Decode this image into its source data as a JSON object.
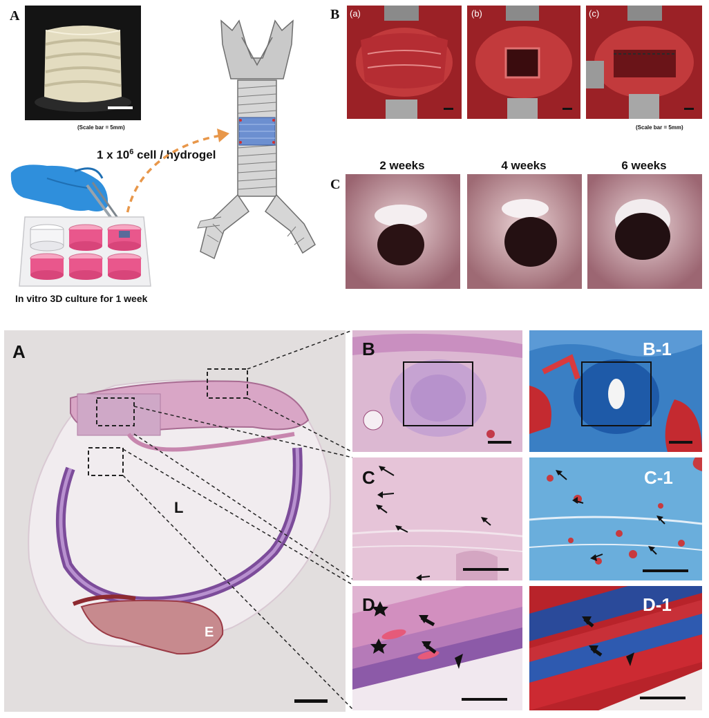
{
  "top_figure": {
    "panel_a_label": "A",
    "scale_bar_note_a": "(Scale bar = 5mm)",
    "cell_density_prefix": "1 x 10",
    "cell_density_exponent": "6",
    "cell_density_suffix": " cell / hydrogel",
    "culture_caption": "In vitro 3D culture for 1 week",
    "panel_b_label": "B",
    "panel_b_subs": [
      "(a)",
      "(b)",
      "(c)"
    ],
    "scale_bar_note_b": "(Scale bar = 5mm)",
    "panel_c_label": "C",
    "timepoints": [
      "2 weeks",
      "4 weeks",
      "6 weeks"
    ]
  },
  "bottom_figure": {
    "overview_label": "A",
    "lumen_label": "L",
    "esophagus_label": "E",
    "panels": {
      "b": "B",
      "b1": "B-1",
      "c": "C",
      "c1": "C-1",
      "d": "D",
      "d1": "D-1"
    }
  },
  "colors": {
    "tissue_red": "#b3262c",
    "he_pink": "#d9a6c6",
    "he_purple": "#7c4c9a",
    "trichrome_blue": "#3a7fc4",
    "glove_blue": "#2f8fdc",
    "medium_pink": "#e9578c",
    "scaffold_cream": "#e8e2c8",
    "trachea_grey": "#bfbfbf"
  }
}
